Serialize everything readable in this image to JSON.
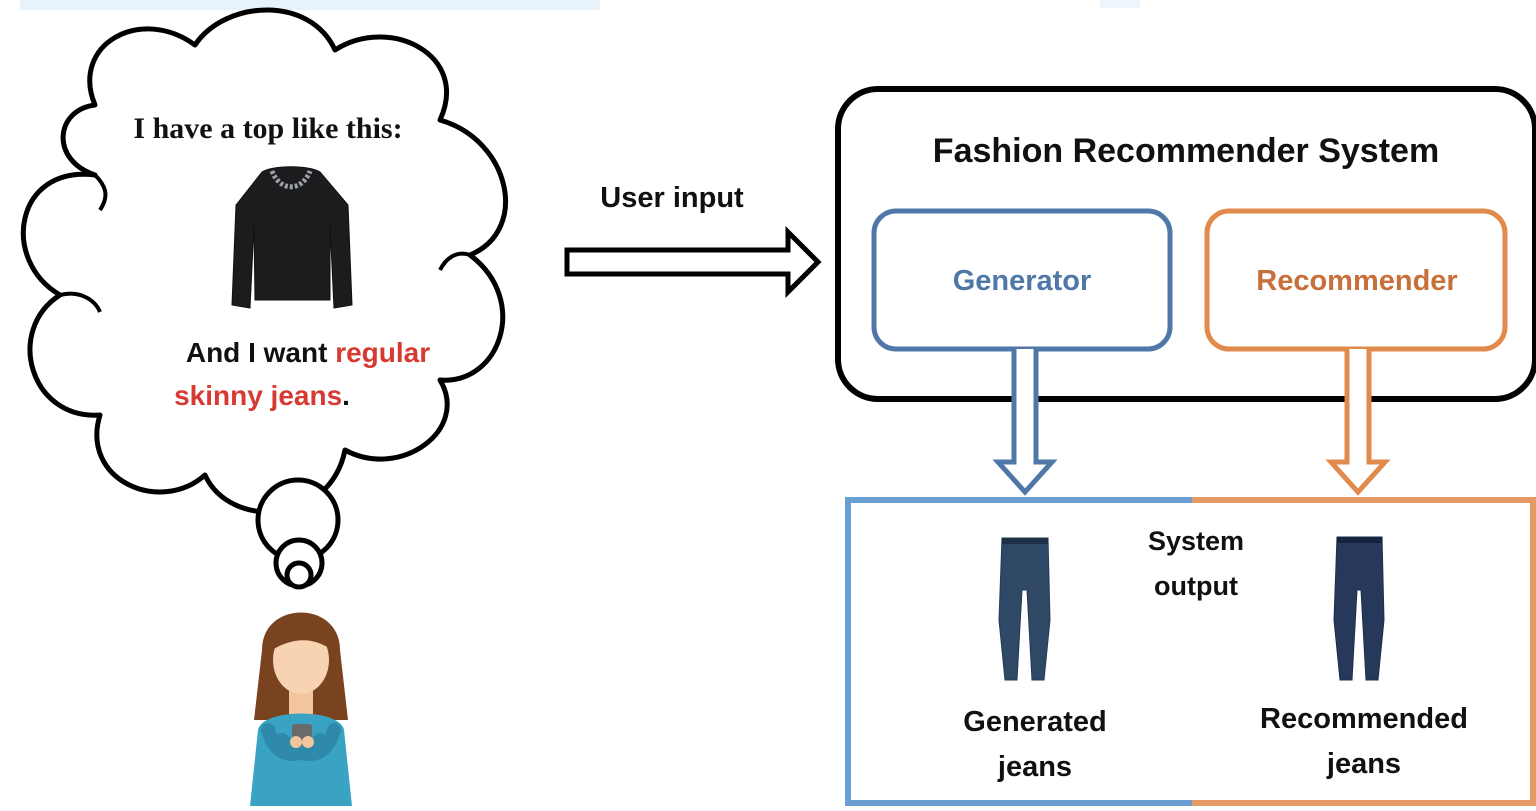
{
  "thought": {
    "line1": "I have a top like this:",
    "line2_prefix": "And I want ",
    "line2_highlight": "regular",
    "line3_highlight": "skinny jeans",
    "line3_suffix": ".",
    "highlight_color": "#d63a32"
  },
  "arrow_label": "User input",
  "system": {
    "title": "Fashion Recommender System",
    "generator_label": "Generator",
    "recommender_label": "Recommender",
    "generator_color": "#4f77a8",
    "recommender_color": "#e08a4c"
  },
  "output": {
    "label_line1": "System",
    "label_line2": "output",
    "generated_line1": "Generated",
    "generated_line2": "jeans",
    "recommended_line1": "Recommended",
    "recommended_line2": "jeans",
    "left_border_color": "#6a9fd1",
    "right_border_color": "#e49a62"
  },
  "icons": [
    "top-image",
    "person-icon",
    "jeans-image"
  ]
}
